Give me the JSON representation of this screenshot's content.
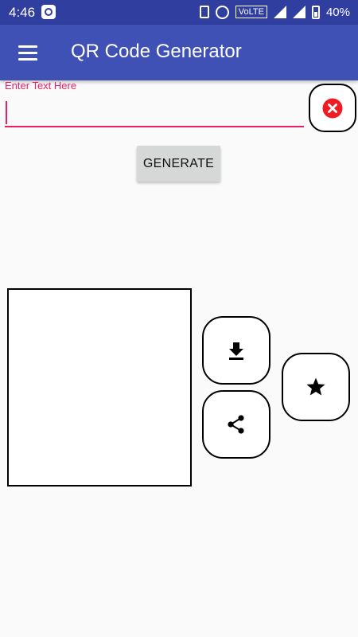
{
  "status_bar": {
    "time": "4:46",
    "network_badge": "VoLTE",
    "battery_percent": "40%"
  },
  "app_bar": {
    "title": "QR Code Generator",
    "menu_icon": "hamburger-menu-icon"
  },
  "input": {
    "label": "Enter Text Here",
    "value": "",
    "accent_color": "#e91e63"
  },
  "actions": {
    "generate_label": "GENERATE",
    "clear_icon": "close-circle-icon",
    "download_icon": "download-icon",
    "share_icon": "share-icon",
    "favorite_icon": "star-icon"
  },
  "colors": {
    "primary": "#3f51b5",
    "primary_dark": "#303f9f",
    "accent": "#e91e63",
    "clear_icon": "#ee1c24",
    "background": "#fafafa"
  }
}
